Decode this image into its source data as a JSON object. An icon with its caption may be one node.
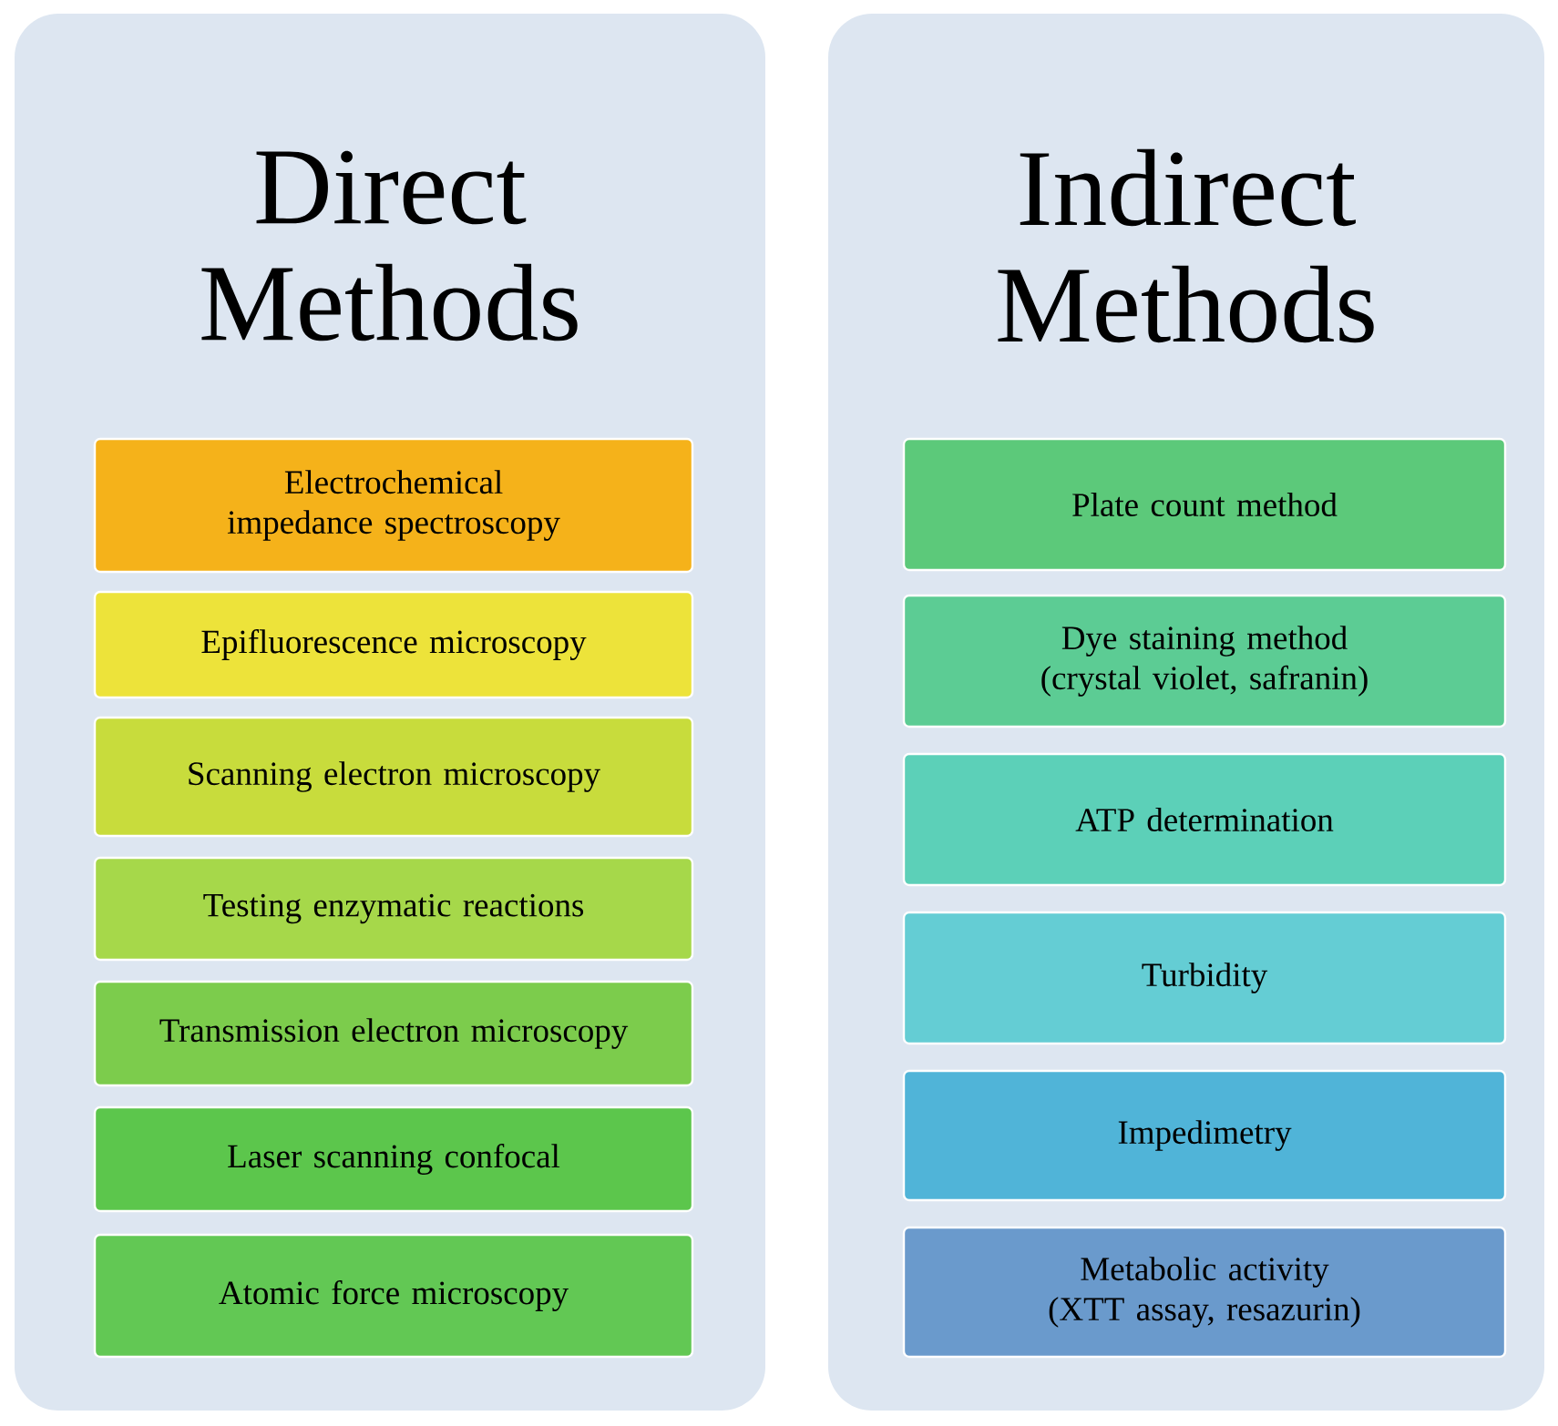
{
  "diagram": {
    "nodes": [
      {
        "text": [
          "Direct Methods"
        ]
      },
      {
        "text": [
          "Electrochemical impedance spectroscopy"
        ],
        "in": 0
      },
      {
        "text": [
          "Epifluorescence microscopy"
        ],
        "in": 0
      },
      {
        "text": [
          "Scanning electron microscopy"
        ],
        "in": 0
      },
      {
        "text": [
          "Testing enzymatic reactions"
        ],
        "in": 0
      },
      {
        "text": [
          "Transmission electron microscopy"
        ],
        "in": 0
      },
      {
        "text": [
          "Laser scanning confocal"
        ],
        "in": 0
      },
      {
        "text": [
          "Atomic force microscopy"
        ],
        "in": 0
      },
      {
        "text": [
          "Indirect Methods"
        ]
      },
      {
        "text": [
          "Plate count method"
        ],
        "in": 8
      },
      {
        "text": [
          "Dye staining method (crystal violet, safranin)"
        ],
        "in": 8
      },
      {
        "text": [
          "ATP determination"
        ],
        "in": 8
      },
      {
        "text": [
          "Turbidity"
        ],
        "in": 8
      },
      {
        "text": [
          "Impedimetry"
        ],
        "in": 8
      },
      {
        "text": [
          "Metabolic activity (XTT assay, resazurin)"
        ],
        "in": 8
      }
    ]
  }
}
